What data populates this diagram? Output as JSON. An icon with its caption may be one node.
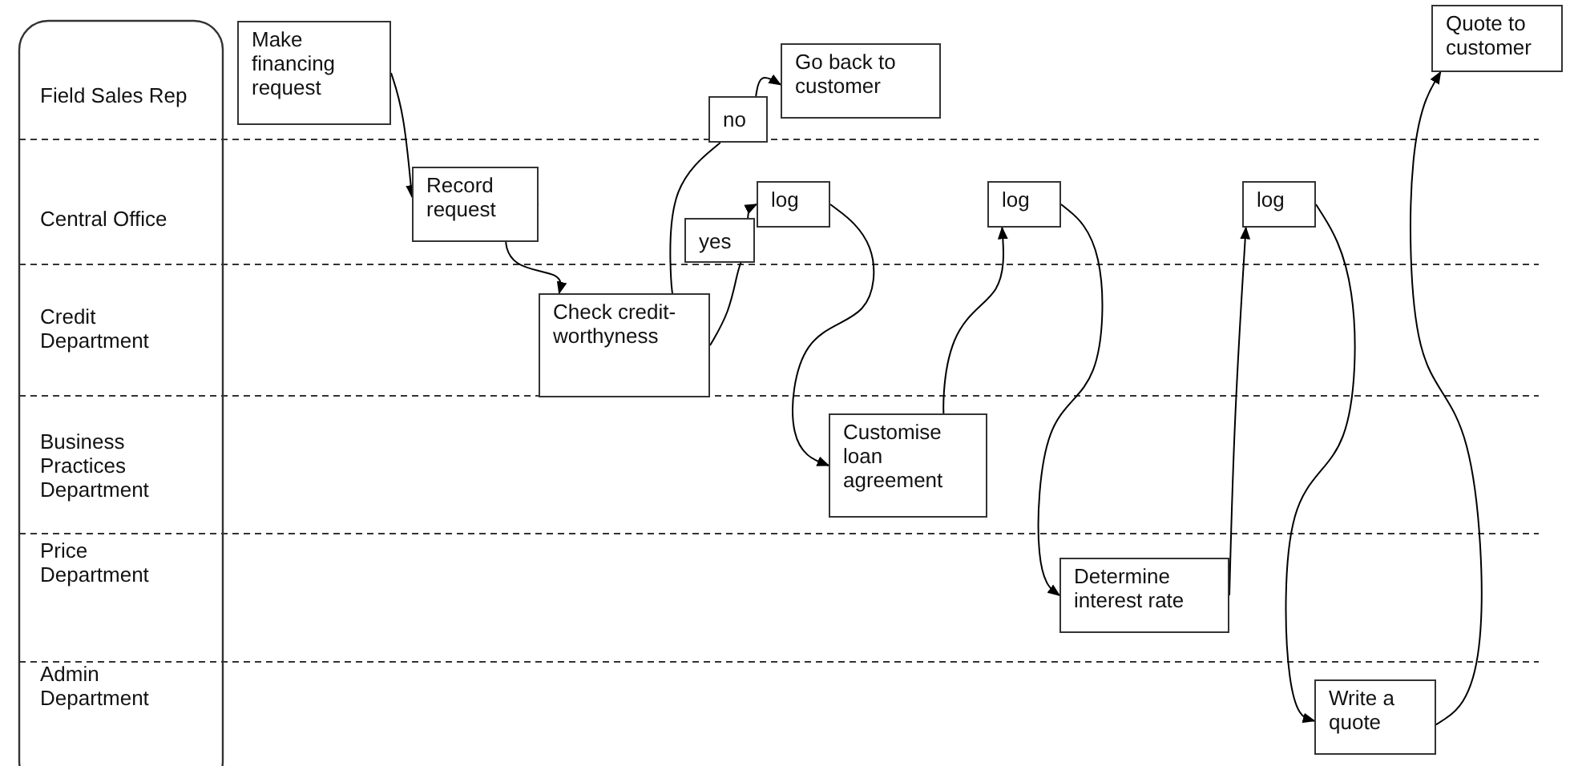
{
  "diagram": {
    "nodes": [
      {
        "text": [
          "Make financing request"
        ]
      },
      {
        "text": [
          "Go back to customer"
        ]
      },
      {
        "text": [
          "Quote to customer"
        ]
      },
      {
        "text": [
          "no"
        ]
      },
      {
        "text": [
          "Record request"
        ]
      },
      {
        "text": [
          "yes"
        ]
      },
      {
        "text": [
          "log"
        ]
      },
      {
        "text": [
          "log"
        ]
      },
      {
        "text": [
          "log"
        ]
      },
      {
        "text": [
          "Check credit-worthyness"
        ]
      },
      {
        "text": [
          "Customise loan agreement"
        ]
      },
      {
        "text": [
          "Determine interest rate"
        ]
      },
      {
        "text": [
          "Write a quote"
        ]
      }
    ],
    "edges": [
      {
        "from": 0,
        "to": 4,
        "arrow": "to"
      },
      {
        "from": 4,
        "to": 9,
        "arrow": "to"
      },
      {
        "from": 9,
        "to": 3,
        "arrow": "none"
      },
      {
        "from": 3,
        "to": 1,
        "arrow": "to"
      },
      {
        "from": 9,
        "to": 5,
        "arrow": "none"
      },
      {
        "from": 5,
        "to": 6,
        "arrow": "to"
      },
      {
        "from": 6,
        "to": 10,
        "arrow": "to"
      },
      {
        "from": 10,
        "to": 7,
        "arrow": "to"
      },
      {
        "from": 7,
        "to": 11,
        "arrow": "to"
      },
      {
        "from": 11,
        "to": 8,
        "arrow": "to"
      },
      {
        "from": 8,
        "to": 12,
        "arrow": "to"
      },
      {
        "from": 12,
        "to": 2,
        "arrow": "to"
      }
    ],
    "labels": [
      "Field Sales Rep",
      "Central Office",
      "Credit Department",
      "Business Practices Department",
      "Price Department",
      "Admin Department"
    ]
  }
}
